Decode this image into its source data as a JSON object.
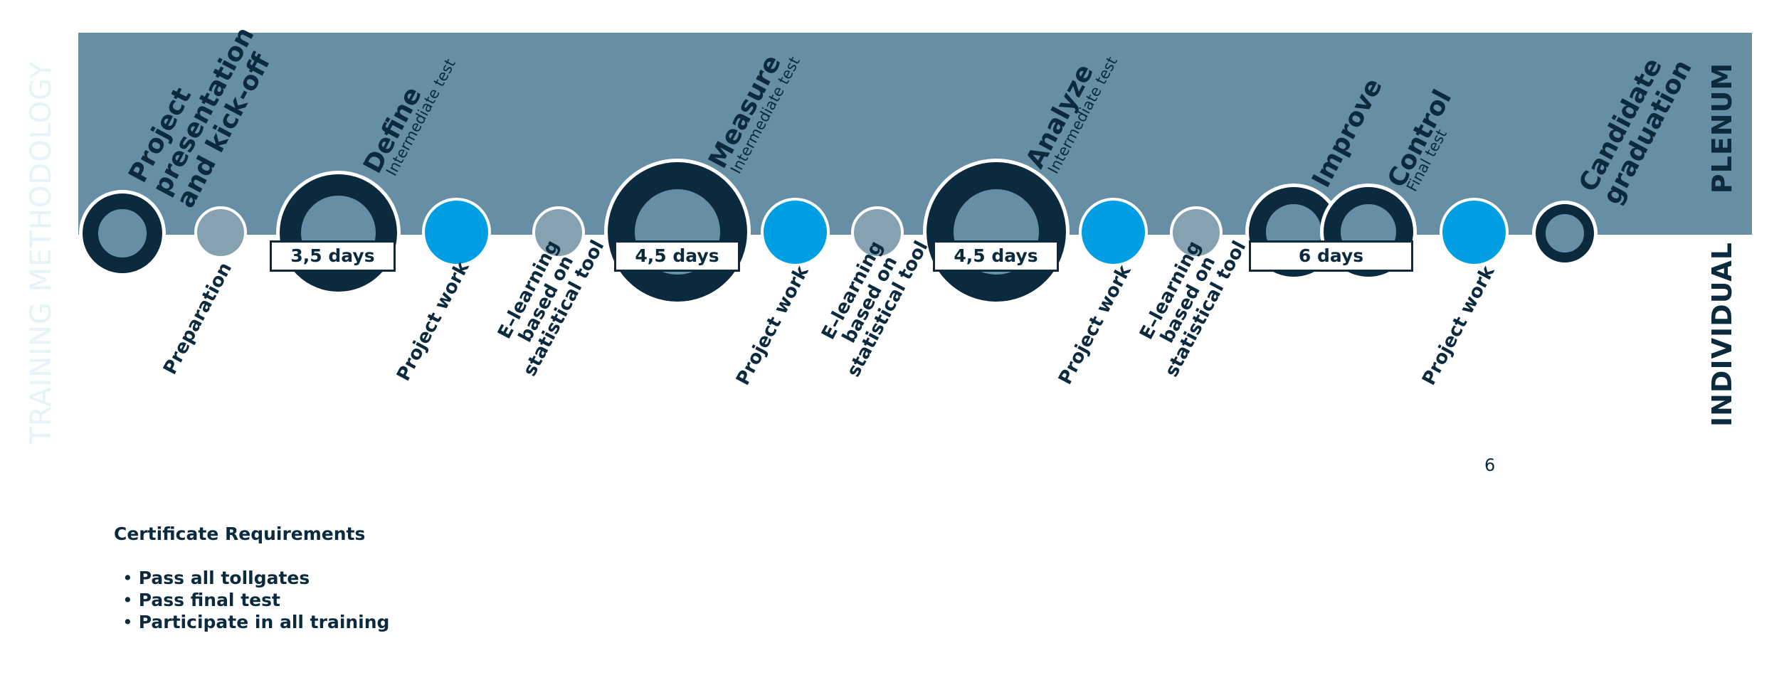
{
  "side_title": "TRAINING METHODOLOGY",
  "axis": {
    "top": "PLENUM",
    "bottom": "INDIVIDUAL"
  },
  "phases": {
    "kickoff": "Project\npresentation\nand kick-off",
    "define": "Define",
    "define_sub": "Intermediate test",
    "measure": "Measure",
    "measure_sub": "Intermediate test",
    "analyze": "Analyze",
    "analyze_sub": "Intermediate test",
    "improve": "Improve",
    "control": "Control",
    "control_sub": "Final test",
    "graduation": "Candidate\ngraduation"
  },
  "durations": {
    "define": "3,5 days",
    "measure": "4,5 days",
    "analyze": "4,5 days",
    "improve_control": "6 days"
  },
  "individual": {
    "preparation": "Preparation",
    "project_work": "Project work",
    "elearning": "E–learning\nbased on\nstatistical tool"
  },
  "page_number": "6",
  "certificate": {
    "title": "Certificate Requirements",
    "items": [
      "Pass all tollgates",
      "Pass final test",
      "Participate in all training"
    ]
  },
  "colors": {
    "banner": "#668fa6",
    "dark": "#0b2a3d",
    "blue": "#009fe3",
    "gray": "#86a2b1"
  }
}
